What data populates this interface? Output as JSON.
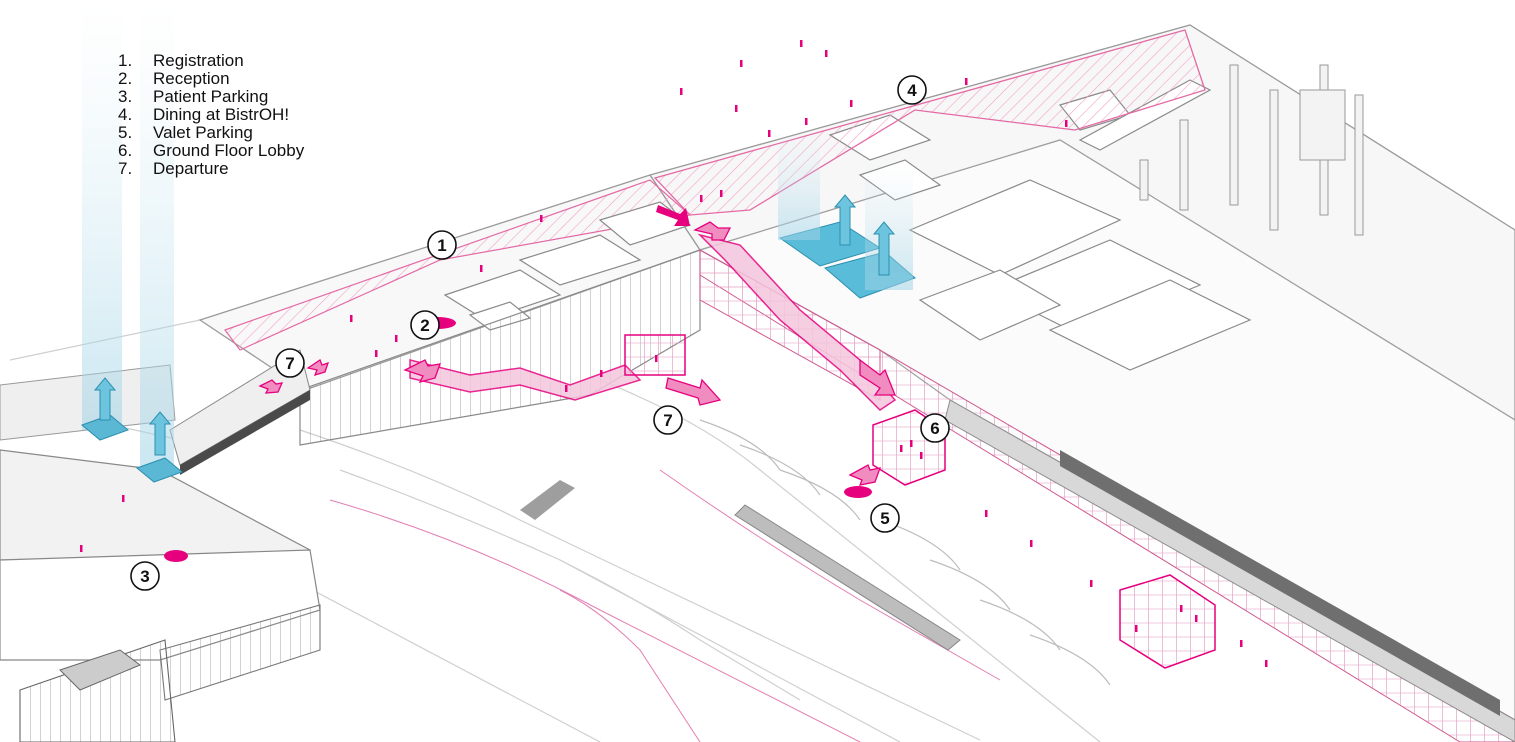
{
  "legend": [
    {
      "num": "1.",
      "label": "Registration"
    },
    {
      "num": "2.",
      "label": "Reception"
    },
    {
      "num": "3.",
      "label": "Patient Parking"
    },
    {
      "num": "4.",
      "label": "Dining at BistrOH!"
    },
    {
      "num": "5.",
      "label": "Valet Parking"
    },
    {
      "num": "6.",
      "label": "Ground Floor Lobby"
    },
    {
      "num": "7.",
      "label": "Departure"
    }
  ],
  "markers": {
    "registration": "1",
    "reception": "2",
    "patient_parking": "3",
    "dining": "4",
    "valet_parking": "5",
    "ground_floor_lobby": "6",
    "departure_bridge": "7",
    "departure_ground": "7"
  },
  "colors": {
    "accent_magenta": "#e6007e",
    "accent_cyan": "#4db8d6",
    "line_gray": "#9a9a9a",
    "hatch_pink": "#f3a3c8"
  }
}
